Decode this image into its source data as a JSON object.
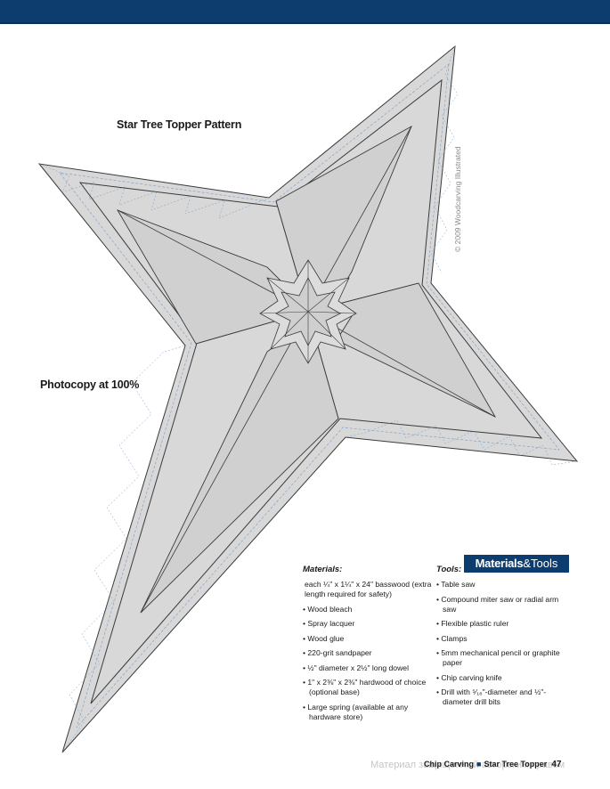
{
  "pattern_title": "Star Tree Topper Pattern",
  "photocopy_note": "Photocopy at 100%",
  "copyright": "© 2009 Woodcarving Illustrated",
  "badge": {
    "bold": "Materials",
    "regular": "&Tools"
  },
  "materials": {
    "heading": "Materials:",
    "items": [
      "each ¼\" x 1¼\" x 24\" basswood (extra length required for safety)",
      "• Wood bleach",
      "• Spray lacquer",
      "• Wood glue",
      "• 220-grit sandpaper",
      "• ½\" diameter x 2½\" long dowel",
      "• 1\" x 2⅜\" x 2⅜\" hardwood of choice (optional base)",
      "• Large spring (available at any hardware store)"
    ]
  },
  "tools": {
    "heading": "Tools:",
    "items": [
      "• Table saw",
      "• Compound miter saw or radial arm saw",
      "• Flexible plastic ruler",
      "• Clamps",
      "• 5mm mechanical pencil or graphite paper",
      "• Chip carving knife",
      "• Drill with ⁵⁄₁₆\"-diameter and ½\"-diameter drill bits"
    ]
  },
  "footer": {
    "book": "Chip Carving",
    "separator": "■",
    "article": "Star Tree Topper",
    "page": "47"
  },
  "watermark": "Материал защищенный авторским правом",
  "colors": {
    "navy": "#0d3d6e",
    "pattern_fill": "#d8d8d8",
    "pattern_line": "#3a3a3a",
    "dash_line": "#7a9cc4"
  }
}
